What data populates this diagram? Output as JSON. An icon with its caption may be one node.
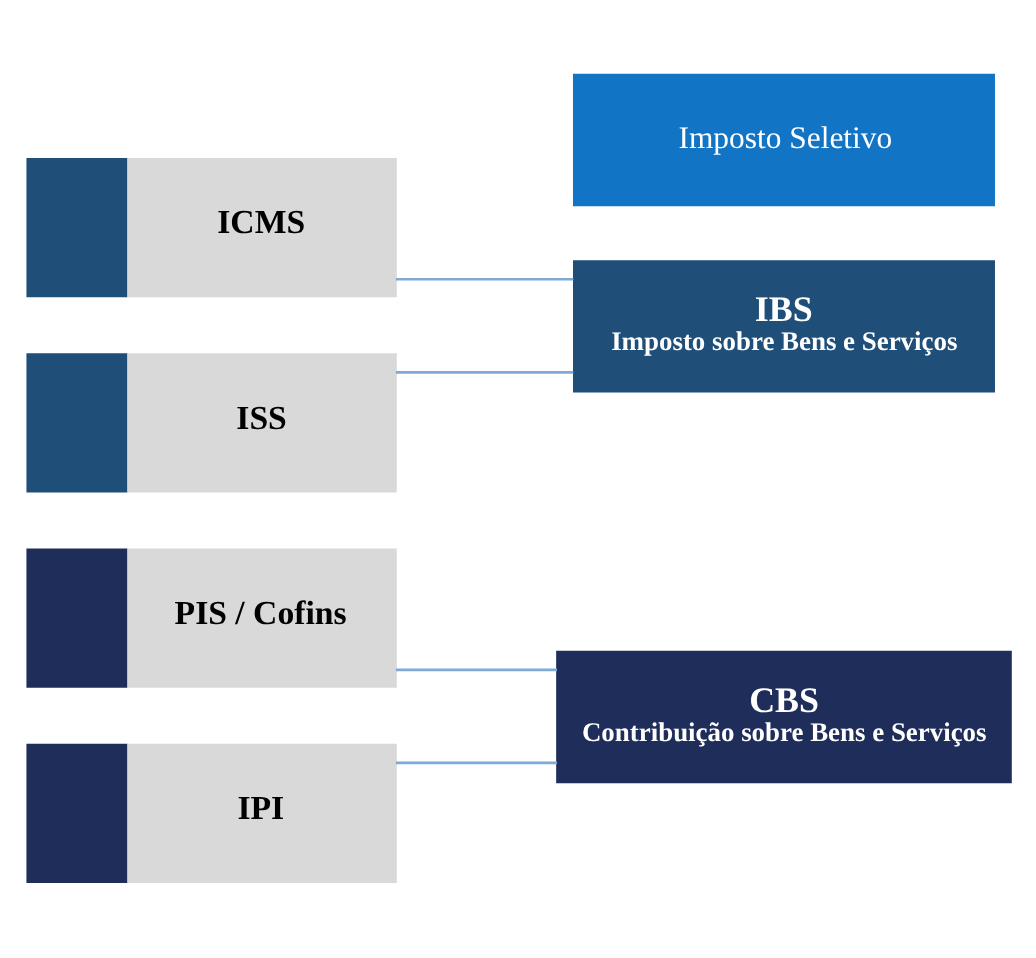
{
  "diagram": {
    "nodes": [
      {
        "text": [
          "PIS / Cofins"
        ]
      },
      {
        "text": [
          "IPI"
        ]
      },
      {
        "text": [
          "CBS",
          "Contribuição sobre Bens e Serviços"
        ]
      },
      {
        "text": [
          "ICMS"
        ]
      },
      {
        "text": [
          "ISS"
        ]
      },
      {
        "text": [
          "IBS",
          "Imposto sobre Bens e Serviços"
        ]
      },
      {
        "text": [
          "Imposto Seletivo"
        ]
      }
    ],
    "edges": [
      {
        "from": 0,
        "to": 2,
        "arrow": "none"
      },
      {
        "from": 1,
        "to": 2,
        "arrow": "none"
      },
      {
        "from": 3,
        "to": 5,
        "arrow": "none"
      },
      {
        "from": 4,
        "to": 5,
        "arrow": "none"
      }
    ]
  }
}
